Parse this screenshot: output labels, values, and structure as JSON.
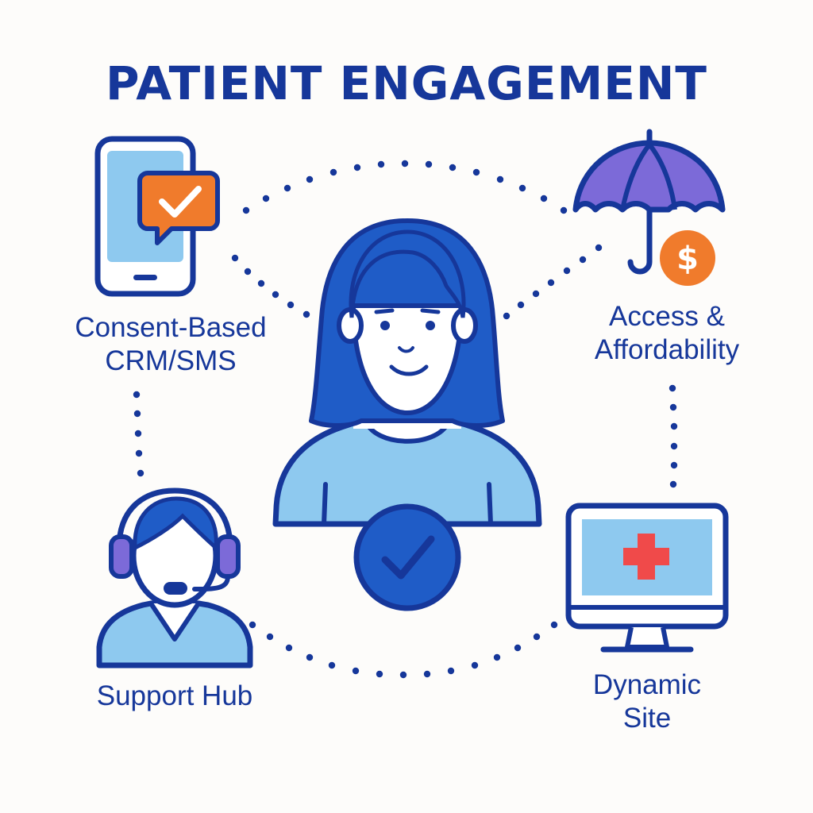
{
  "title": "PATIENT ENGAGEMENT",
  "nodes": {
    "crm": {
      "line1": "Consent-Based",
      "line2": "CRM/SMS",
      "icon": "smartphone-chat-check-icon"
    },
    "access": {
      "line1": "Access &",
      "line2": "Affordability",
      "icon": "umbrella-dollar-icon"
    },
    "hub": {
      "line1": "Support Hub",
      "icon": "headset-agent-icon"
    },
    "site": {
      "line1": "Dynamic",
      "line2": "Site",
      "icon": "monitor-medical-cross-icon"
    }
  },
  "center": {
    "icon": "patient-avatar-icon",
    "badge": "check-badge-icon"
  },
  "symbols": {
    "dollar": "$"
  },
  "colors": {
    "navy": "#16379a",
    "primary_blue": "#1f5cc7",
    "light_blue": "#8ec9ef",
    "purple": "#7c6ad8",
    "orange": "#f07b2c",
    "red_cross": "#f04a4a",
    "background": "#fdfcfa"
  }
}
